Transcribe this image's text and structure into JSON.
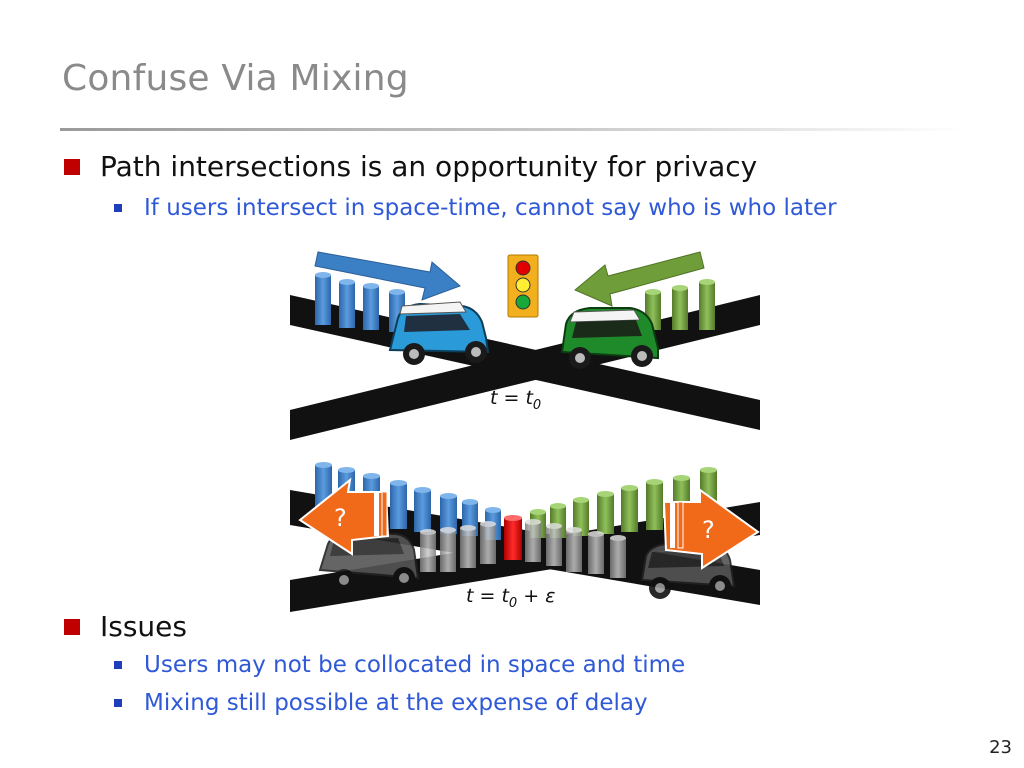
{
  "slide": {
    "title": "Confuse Via Mixing",
    "page_number": "23"
  },
  "bullets": [
    {
      "text": "Path intersections is an opportunity for privacy",
      "sub": [
        "If users intersect in space-time, cannot say who is who later"
      ]
    },
    {
      "text": "Issues",
      "sub": [
        "Users may not be collocated in space and time",
        "Mixing still possible at the expense of delay"
      ]
    }
  ],
  "figure": {
    "top_label": "t = t",
    "top_label_sub": "0",
    "bottom_label": "t = t",
    "bottom_label_sub": "0",
    "bottom_label_suffix": " + ε",
    "question_mark": "?",
    "colors": {
      "blue": "#3b7fc4",
      "green": "#6f9d3a",
      "red": "#e00000",
      "gray": "#8a8a8a",
      "orange": "#f06a1a",
      "road": "#111111"
    }
  }
}
